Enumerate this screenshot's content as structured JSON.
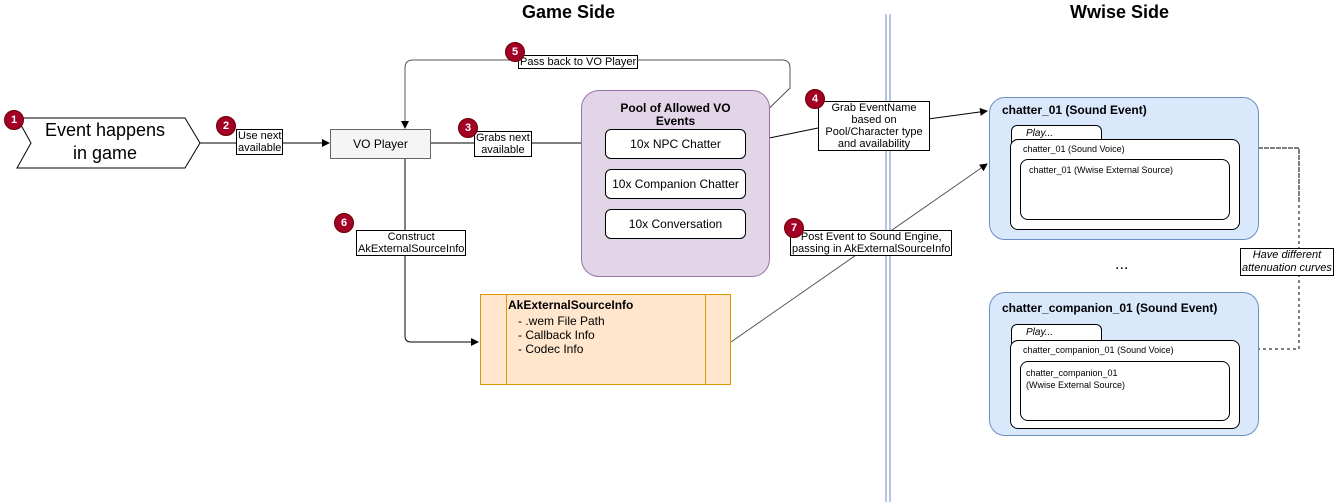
{
  "headers": {
    "game_side": "Game Side",
    "wwise_side": "Wwise Side"
  },
  "event_shape": {
    "line1": "Event happens",
    "line2": "in game"
  },
  "vo_player": {
    "label": "VO Player"
  },
  "pool": {
    "title": "Pool of Allowed VO\nEvents",
    "items": [
      "10x NPC Chatter",
      "10x Companion Chatter",
      "10x Conversation"
    ]
  },
  "aksi": {
    "title": "AkExternalSourceInfo",
    "lines": [
      "- .wem File Path",
      "- Callback Info",
      "- Codec Info"
    ]
  },
  "steps": [
    {
      "n": "1"
    },
    {
      "n": "2",
      "label": "Use next\navailable"
    },
    {
      "n": "3",
      "label": "Grabs next\navailable"
    },
    {
      "n": "4",
      "label": "Grab EventName\nbased on\nPool/Character type\nand availability"
    },
    {
      "n": "5",
      "label": "Pass back to VO Player"
    },
    {
      "n": "6",
      "label": "Construct\nAkExternalSourceInfo"
    },
    {
      "n": "7",
      "label": "Post Event to Sound Engine,\npassing in AkExternalSourceInfo"
    }
  ],
  "wwise": {
    "event1": {
      "title": "chatter_01 (Sound Event)",
      "play": "Play...",
      "voice": "chatter_01 (Sound Voice)",
      "source": "chatter_01 (Wwise External Source)"
    },
    "ellipsis": "...",
    "event2": {
      "title": "chatter_companion_01 (Sound Event)",
      "play": "Play...",
      "voice": "chatter_companion_01 (Sound Voice)",
      "source_line1": "chatter_companion_01",
      "source_line2": "(Wwise External Source)"
    },
    "note": "Have different\nattenuation curves"
  },
  "colors": {
    "badge": "#a20025",
    "pool_fill": "#e1d5e7",
    "pool_border": "#9673a6",
    "wwise_fill": "#dae8fc",
    "wwise_border": "#6c8ebf",
    "aksi_fill": "#ffe6cc",
    "aksi_border": "#d79b00",
    "divider": "#6c8ebf"
  }
}
